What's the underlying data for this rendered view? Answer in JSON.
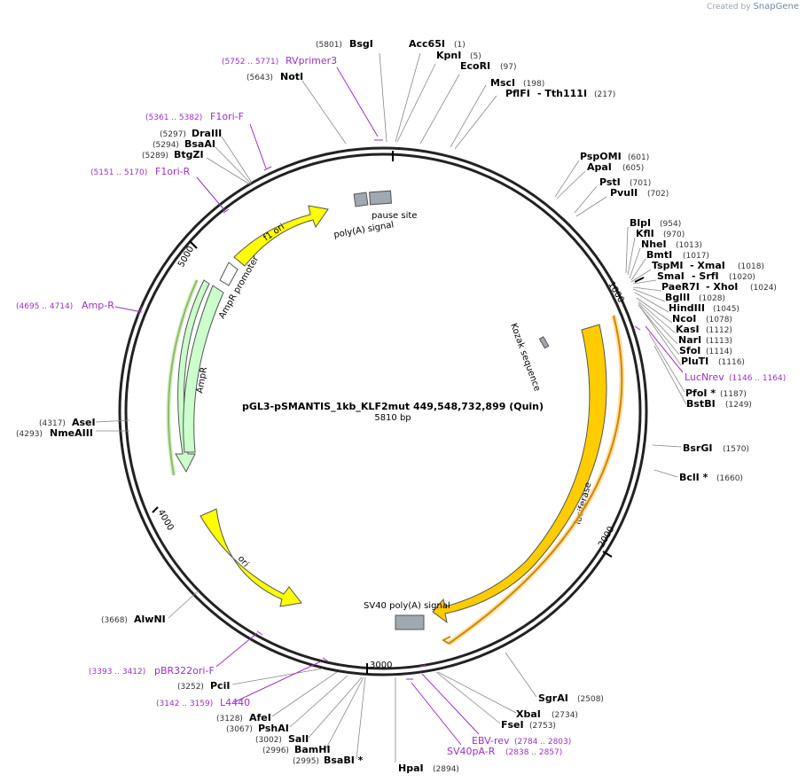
{
  "credit": {
    "prefix": "Created by",
    "brand": "SnapGene"
  },
  "plasmid": {
    "name": "pGL3-pSMANTIS_1kb_KLF2mut 449,548,732,899 (Quin)",
    "length_text": "5810 bp",
    "length": 5810
  },
  "ticks": [
    "1000",
    "2000",
    "3000",
    "4000",
    "5000"
  ],
  "sites": [
    {
      "name": "BsgI",
      "pos": "(5801)"
    },
    {
      "name": "Acc65I",
      "pos": "(1)"
    },
    {
      "name": "KpnI",
      "pos": "(5)"
    },
    {
      "name": "EcoRI",
      "pos": "(97)"
    },
    {
      "name": "MscI",
      "pos": "(198)"
    },
    {
      "name": "PflFI",
      "extra": "- Tth111I",
      "pos": "(217)"
    },
    {
      "name": "NotI",
      "pos": "(5643)"
    },
    {
      "name": "DraIII",
      "pos": "(5297)"
    },
    {
      "name": "BsaAI",
      "pos": "(5294)"
    },
    {
      "name": "BtgZI",
      "pos": "(5289)"
    },
    {
      "name": "PspOMI",
      "pos": "(601)"
    },
    {
      "name": "ApaI",
      "pos": "(605)"
    },
    {
      "name": "PstI",
      "pos": "(701)"
    },
    {
      "name": "PvuII",
      "pos": "(702)"
    },
    {
      "name": "BlpI",
      "pos": "(954)"
    },
    {
      "name": "KflI",
      "pos": "(970)"
    },
    {
      "name": "NheI",
      "pos": "(1013)"
    },
    {
      "name": "BmtI",
      "pos": "(1017)"
    },
    {
      "name": "TspMI",
      "extra": "- XmaI",
      "pos": "(1018)"
    },
    {
      "name": "SmaI",
      "extra": "- SrfI",
      "pos": "(1020)"
    },
    {
      "name": "PaeR7I",
      "extra": "- XhoI",
      "pos": "(1024)"
    },
    {
      "name": "BglII",
      "pos": "(1028)"
    },
    {
      "name": "HindIII",
      "pos": "(1045)"
    },
    {
      "name": "NcoI",
      "pos": "(1078)"
    },
    {
      "name": "KasI",
      "pos": "(1112)"
    },
    {
      "name": "NarI",
      "pos": "(1113)"
    },
    {
      "name": "SfoI",
      "pos": "(1114)"
    },
    {
      "name": "PluTI",
      "pos": "(1116)"
    },
    {
      "name": "PfoI *",
      "pos": "(1187)"
    },
    {
      "name": "BstBI",
      "pos": "(1249)"
    },
    {
      "name": "BsrGI",
      "pos": "(1570)"
    },
    {
      "name": "BclI *",
      "pos": "(1660)"
    },
    {
      "name": "SgrAI",
      "pos": "(2508)"
    },
    {
      "name": "XbaI",
      "pos": "(2734)"
    },
    {
      "name": "FseI",
      "pos": "(2753)"
    },
    {
      "name": "HpaI",
      "pos": "(2894)"
    },
    {
      "name": "BsaBI *",
      "pos": "(2995)"
    },
    {
      "name": "BamHI",
      "pos": "(2996)"
    },
    {
      "name": "SalI",
      "pos": "(3002)"
    },
    {
      "name": "PshAI",
      "pos": "(3067)"
    },
    {
      "name": "AfeI",
      "pos": "(3128)"
    },
    {
      "name": "PciI",
      "pos": "(3252)"
    },
    {
      "name": "AlwNI",
      "pos": "(3668)"
    },
    {
      "name": "NmeAIII",
      "pos": "(4293)"
    },
    {
      "name": "AseI",
      "pos": "(4317)"
    }
  ],
  "primers": [
    {
      "name": "RVprimer3",
      "range": "(5752 .. 5771)"
    },
    {
      "name": "F1ori-F",
      "range": "(5361 .. 5382)"
    },
    {
      "name": "F1ori-R",
      "range": "(5151 .. 5170)"
    },
    {
      "name": "Amp-R",
      "range": "(4695 .. 4714)"
    },
    {
      "name": "LucNrev",
      "range": "(1146 .. 1164)"
    },
    {
      "name": "EBV-rev",
      "range": "(2784 .. 2803)"
    },
    {
      "name": "SV40pA-R",
      "range": "(2838 .. 2857)"
    },
    {
      "name": "pBR322ori-F",
      "range": "(3393 .. 3412)"
    },
    {
      "name": "L4440",
      "range": "(3142 .. 3159)"
    }
  ],
  "features": {
    "f1ori": "f1 ori",
    "ampr_promoter": "AmpR promoter",
    "ampr": "AmpR",
    "ori": "ori",
    "luciferase": "luciferase",
    "pause_site": "pause site",
    "polya_signal": "poly(A) signal",
    "kozak": "Kozak sequence",
    "sv40": "SV40 poly(A) signal"
  },
  "colors": {
    "backbone": "#222222",
    "primer": "#9b30c8",
    "f1ori": "#ffff00",
    "ori": "#ffff00",
    "ampr": "#ccffcc",
    "luciferase": "#ffcc00",
    "misc": "#a0a8b0"
  }
}
